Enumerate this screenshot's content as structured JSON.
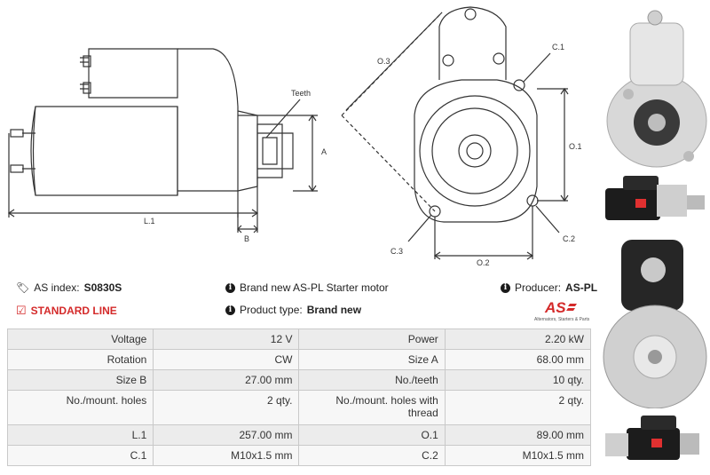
{
  "drawing_labels": {
    "teeth": "Teeth",
    "a": "A",
    "l1": "L.1",
    "b": "B",
    "o3": "O.3",
    "c1": "C.1",
    "o1": "O.1",
    "c3": "C.3",
    "o2": "O.2",
    "c2": "C.2"
  },
  "info": {
    "as_index_label": "AS index:",
    "as_index_value": "S0830S",
    "standard_line": "STANDARD LINE",
    "brand_text": "Brand new AS-PL Starter motor",
    "product_type_label": "Product type:",
    "product_type_value": "Brand new",
    "producer_label": "Producer:",
    "producer_value": "AS-PL"
  },
  "logo": {
    "mark": "AS",
    "tagline": "Alternators, Starters & Parts",
    "color": "#d42a2a"
  },
  "specs": [
    [
      "Voltage",
      "12 V",
      "Power",
      "2.20 kW"
    ],
    [
      "Rotation",
      "CW",
      "Size A",
      "68.00 mm"
    ],
    [
      "Size B",
      "27.00 mm",
      "No./teeth",
      "10 qty."
    ],
    [
      "No./mount. holes",
      "2 qty.",
      "No./mount. holes with thread",
      "2 qty."
    ],
    [
      "L.1",
      "257.00 mm",
      "O.1",
      "89.00 mm"
    ],
    [
      "C.1",
      "M10x1.5 mm",
      "C.2",
      "M10x1.5 mm"
    ]
  ]
}
